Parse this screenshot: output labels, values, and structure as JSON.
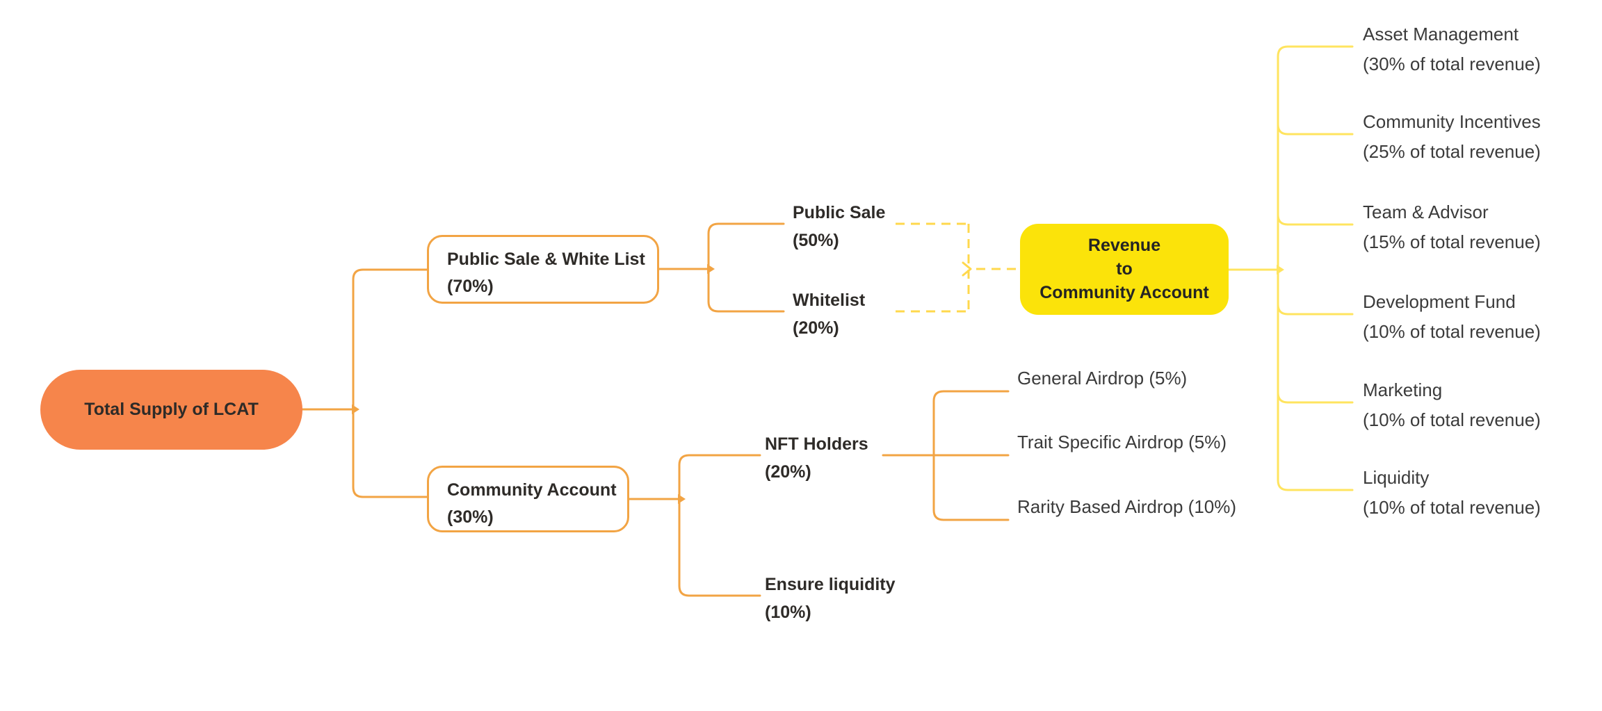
{
  "diagram": {
    "root": {
      "label": "Total Supply of LCAT"
    },
    "public_branch": {
      "box": {
        "line1": "Public Sale & White List",
        "line2": "(70%)"
      },
      "public_sale": {
        "line1": "Public Sale",
        "line2": "(50%)"
      },
      "whitelist": {
        "line1": "Whitelist",
        "line2": "(20%)"
      }
    },
    "revenue": {
      "line1": "Revenue",
      "line2": "to",
      "line3": "Community Account"
    },
    "revenue_items": [
      {
        "line1": "Asset Management",
        "line2": "(30% of total revenue)"
      },
      {
        "line1": "Community Incentives",
        "line2": "(25% of total revenue)"
      },
      {
        "line1": "Team & Advisor",
        "line2": "(15% of total revenue)"
      },
      {
        "line1": "Development Fund",
        "line2": "(10% of total revenue)"
      },
      {
        "line1": "Marketing",
        "line2": "(10% of total revenue)"
      },
      {
        "line1": "Liquidity",
        "line2": "(10% of total revenue)"
      }
    ],
    "community_branch": {
      "box": {
        "line1": "Community Account",
        "line2": "(30%)"
      },
      "nft_holders": {
        "line1": "NFT Holders",
        "line2": "(20%)"
      },
      "airdrops": [
        "General Airdrop (5%)",
        "Trait Specific Airdrop (5%)",
        "Rarity Based Airdrop (10%)"
      ],
      "ensure_liquidity": {
        "line1": "Ensure liquidity",
        "line2": "(10%)"
      }
    }
  },
  "colors": {
    "background": "#FFFFFF",
    "root_fill": "#F6854B",
    "branch_line": "#F2A444",
    "revenue_fill": "#FBE30A",
    "revenue_line": "#FFE45F",
    "dashed_line": "#FFD84D",
    "text_dark": "#2E2B28",
    "text_gray": "#3B3B3B"
  }
}
